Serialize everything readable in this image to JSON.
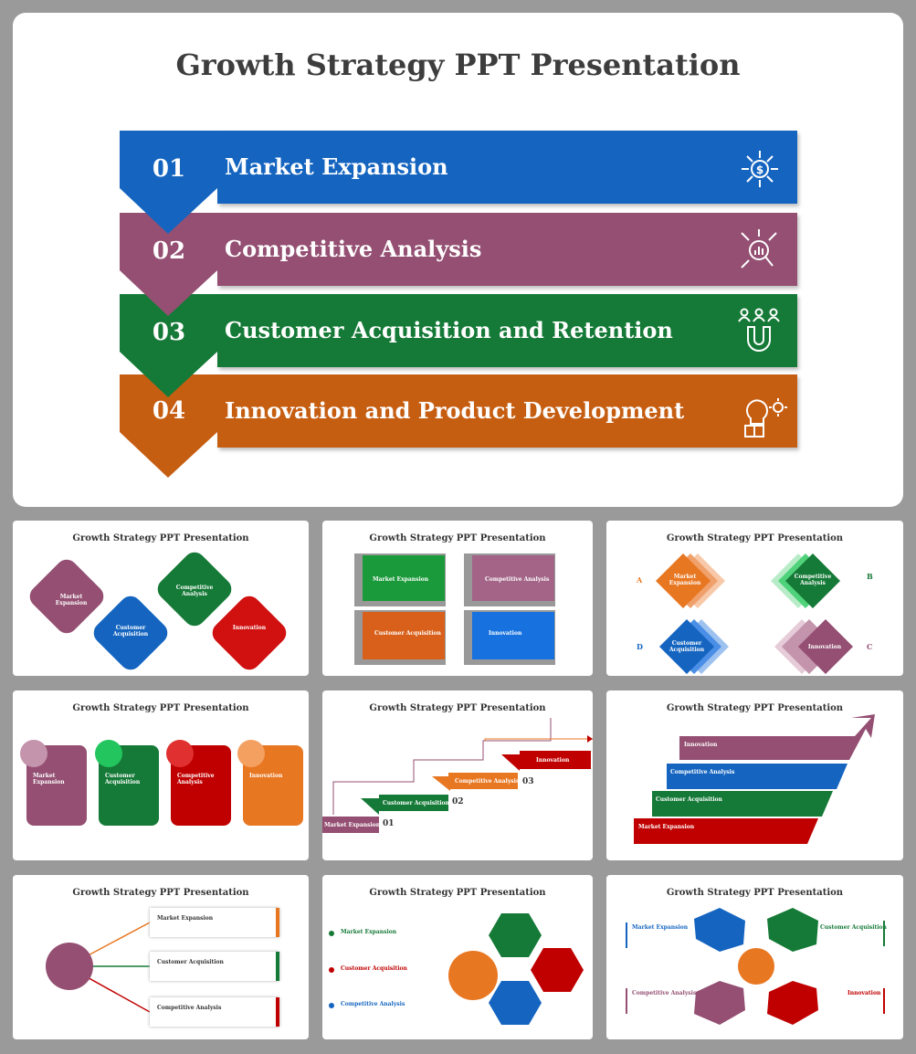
{
  "main": {
    "title": "Growth Strategy PPT Presentation",
    "steps": [
      {
        "num": "01",
        "label": "Market Expansion",
        "color": "#1565c0",
        "icon": "dollar-network-icon"
      },
      {
        "num": "02",
        "label": "Competitive Analysis",
        "color": "#944f72",
        "icon": "analysis-magnifier-icon"
      },
      {
        "num": "03",
        "label": "Customer Acquisition and Retention",
        "color": "#157a37",
        "icon": "customer-magnet-icon"
      },
      {
        "num": "04",
        "label": "Innovation and Product Development",
        "color": "#c65e12",
        "icon": "innovation-bulb-gear-icon"
      }
    ]
  },
  "thumbnail_title": "Growth Strategy PPT Presentation",
  "labels": {
    "market_expansion": "Market Expansion",
    "competitive_analysis": "Competitive Analysis",
    "customer_acquisition": "Customer Acquisition",
    "innovation": "Innovation"
  },
  "letters": [
    "A",
    "B",
    "C",
    "D"
  ],
  "staircase_numbers": [
    "01",
    "02",
    "03"
  ],
  "colors": {
    "blue": "#1565c0",
    "purple": "#944f72",
    "green": "#157a37",
    "orange": "#c65e12",
    "red": "#c00000"
  }
}
